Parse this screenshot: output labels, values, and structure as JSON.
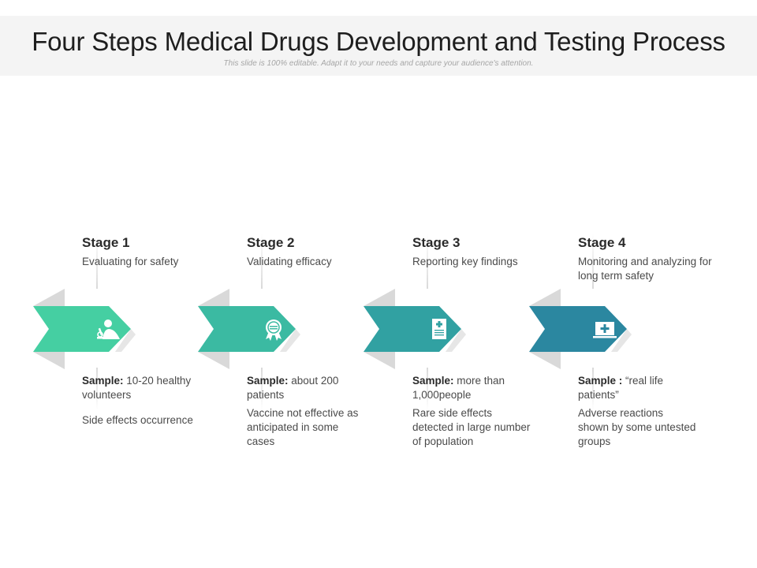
{
  "slide": {
    "title": "Four Steps Medical Drugs Development and Testing Process",
    "subtitle": "This slide is 100% editable. Adapt it to your needs and capture your audience's attention."
  },
  "stages": [
    {
      "title": "Stage 1",
      "description": "Evaluating for safety",
      "sample_label": "Sample:",
      "sample_value": " 10-20 healthy volunteers",
      "note": "Side effects occurrence",
      "color": "#45cfa2",
      "icon": "scientist-microscope-icon"
    },
    {
      "title": "Stage 2",
      "description": "Validating efficacy",
      "sample_label": "Sample:",
      "sample_value": " about 200 patients",
      "note": "Vaccine not effective as anticipated in some cases",
      "color": "#3bbaa2",
      "icon": "award-badge-icon"
    },
    {
      "title": "Stage 3",
      "description": "Reporting key findings",
      "sample_label": "Sample:",
      "sample_value": " more than 1,000people",
      "note": "Rare side effects detected in large number of population",
      "color": "#31a1a2",
      "icon": "medical-report-icon"
    },
    {
      "title": "Stage 4",
      "description": "Monitoring and analyzing for long term safety",
      "sample_label": "Sample :",
      "sample_value": " “real life patients”",
      "note": "Adverse reactions shown by some untested groups",
      "color": "#2b87a0",
      "icon": "medical-laptop-icon"
    }
  ]
}
